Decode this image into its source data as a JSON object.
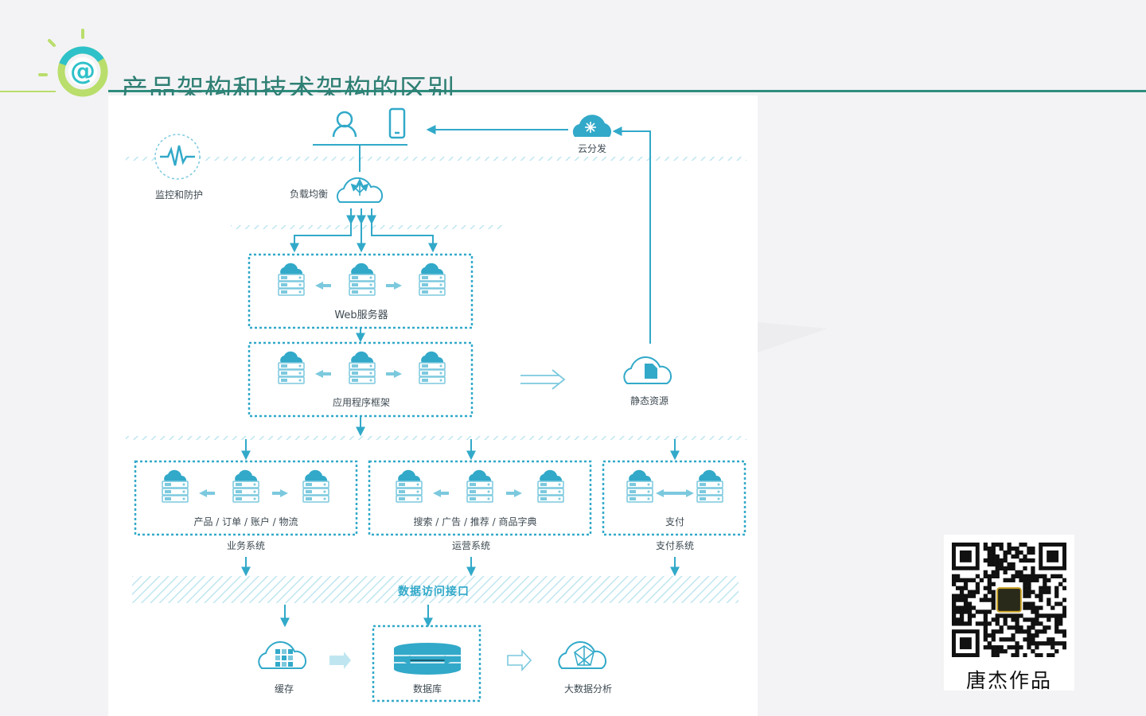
{
  "page": {
    "title": "产品架构和技术架构的区别"
  },
  "diagram": {
    "labels": {
      "cloud_distribution": "云分发",
      "monitoring": "监控和防护",
      "load_balance": "负载均衡",
      "web_server": "Web服务器",
      "app_framework": "应用程序框架",
      "static_resources": "静态资源",
      "business_inner": "产品 / 订单 / 账户 / 物流",
      "business_system": "业务系统",
      "ops_inner": "搜索 / 广告 / 推荐 / 商品字典",
      "ops_system": "运营系统",
      "pay_inner": "支付",
      "pay_system": "支付系统",
      "data_access": "数据访问接口",
      "cache": "缓存",
      "database": "数据库",
      "big_data": "大数据分析"
    }
  },
  "qr": {
    "caption": "唐杰作品"
  },
  "colors": {
    "accent": "#32a9c9",
    "title": "#2f7f74",
    "header_line": "#2f8d7e"
  }
}
